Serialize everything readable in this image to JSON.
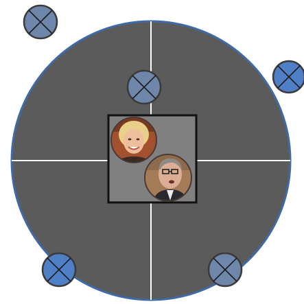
{
  "widget": {
    "colors": {
      "board_fill": "#5b5b5b",
      "board_stroke": "#3f6aa6",
      "crosshair": "#ffffff",
      "center_box_fill": "#808080",
      "center_box_stroke": "#111111",
      "marker_blue": "#4f7fc6",
      "marker_dim": "#6d86aa",
      "marker_stroke": "#3a3a3a",
      "marker_x": "#1a1a1a"
    },
    "markers": [
      {
        "name": "marker-top-left",
        "icon": "circle-x-icon",
        "state": "dim"
      },
      {
        "name": "marker-right",
        "icon": "circle-x-icon",
        "state": "active"
      },
      {
        "name": "marker-inner-top",
        "icon": "circle-x-icon",
        "state": "dim"
      },
      {
        "name": "marker-bottom-left",
        "icon": "circle-x-icon",
        "state": "active"
      },
      {
        "name": "marker-bottom-right",
        "icon": "circle-x-icon",
        "state": "dim"
      }
    ],
    "avatars": [
      {
        "name": "avatar-woman",
        "icon": "person-avatar-icon"
      },
      {
        "name": "avatar-man",
        "icon": "person-avatar-icon"
      }
    ]
  }
}
